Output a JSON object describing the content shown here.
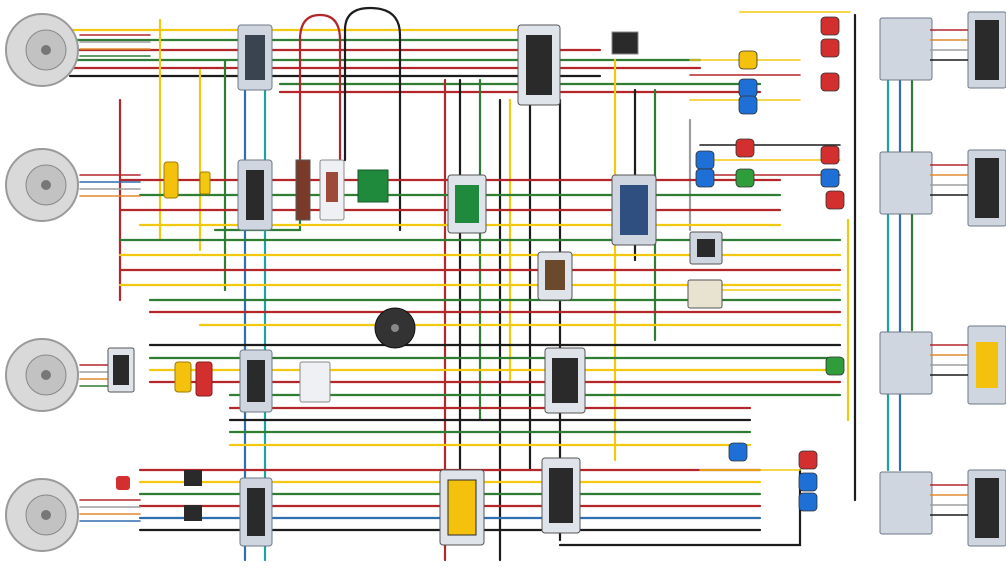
{
  "diagram": {
    "kind": "wiring-schematic",
    "background": "#ffffff",
    "wire_colors": {
      "red": "#b3262a",
      "green": "#2e7d32",
      "yellow": "#f2c811",
      "black": "#1c1c1c",
      "blue": "#2f6fb0",
      "teal": "#1aa3a3",
      "gray": "#9e9e9e",
      "orange": "#e08a2e"
    },
    "component_colors": {
      "dial": "#d9d9d9",
      "relay_body": "#cfd6e0",
      "chip": "#2a2a2a",
      "led_red": "#d32f2f",
      "led_green": "#2e9d3a",
      "led_blue": "#1e6fd6",
      "led_yellow": "#f4c20d",
      "pcb_green": "#1f8a3c",
      "buzzer": "#333333"
    },
    "components": {
      "dials": 4,
      "relay_modules": 10,
      "terminal_strips": 4,
      "leds": 18,
      "buzzer": 1,
      "pcb_boards": 2
    }
  }
}
